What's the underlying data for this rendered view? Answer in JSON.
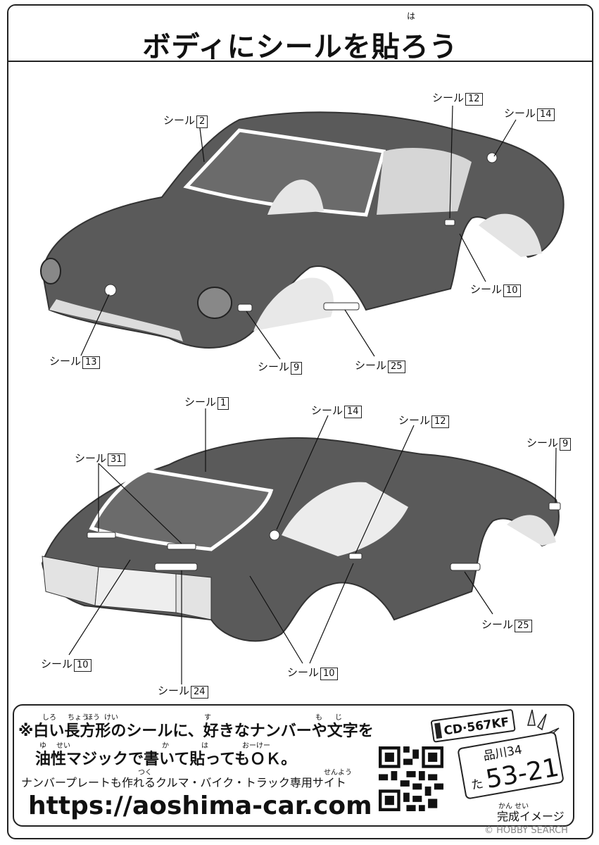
{
  "header": {
    "title": "ボディにシールを貼ろう",
    "ruby": "は"
  },
  "labels": {
    "top": [
      {
        "text": "シール",
        "num": "2"
      },
      {
        "text": "シール",
        "num": "12"
      },
      {
        "text": "シール",
        "num": "14"
      },
      {
        "text": "シール",
        "num": "10"
      },
      {
        "text": "シール",
        "num": "13"
      },
      {
        "text": "シール",
        "num": "9"
      },
      {
        "text": "シール",
        "num": "25"
      }
    ],
    "bottom": [
      {
        "text": "シール",
        "num": "1"
      },
      {
        "text": "シール",
        "num": "31"
      },
      {
        "text": "シール",
        "num": "14"
      },
      {
        "text": "シール",
        "num": "12"
      },
      {
        "text": "シール",
        "num": "9"
      },
      {
        "text": "シール",
        "num": "25"
      },
      {
        "text": "シール",
        "num": "10"
      },
      {
        "text": "シール",
        "num": "24"
      },
      {
        "text": "シール",
        "num": "10"
      }
    ]
  },
  "note": {
    "line1": "※白い長方形のシールに、好きなナンバーや文字を",
    "line2": "油性マジックで書いて貼ってもＯＫ。",
    "furigana": [
      "しろ",
      "ちょう",
      "ほう",
      "けい",
      "す",
      "も",
      "じ",
      "ゆ",
      "せい",
      "か",
      "は",
      "おーけー"
    ]
  },
  "promo": {
    "text": "ナンバープレートも作れるクルマ・バイク・トラック専用サイト",
    "furigana": [
      "つく",
      "せん",
      "よう"
    ],
    "url": "https://aoshima-car.com"
  },
  "plates": {
    "front": "CD·567KF",
    "rear_top": "品川34",
    "rear_kana": "た",
    "rear_num": "53-21"
  },
  "caption": {
    "text": "完成イメージ",
    "furigana": "かん せい"
  },
  "watermark": "© HOBBY SEARCH"
}
